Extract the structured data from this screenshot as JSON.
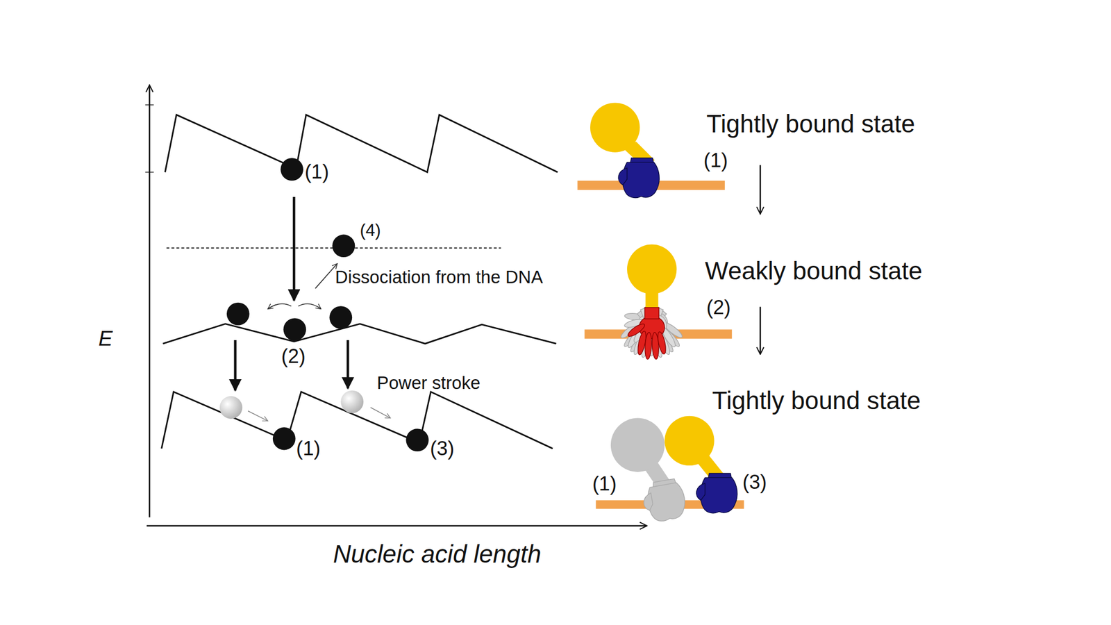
{
  "diagram": {
    "labels": [
      "Tightly bound state",
      "(1)",
      "(1)",
      "(4)",
      "Dissociation from the DNA",
      "Weakly bound state",
      "(2)",
      "(2)",
      "Power stroke",
      "Tightly bound state",
      "(1)",
      "(3)",
      "(1)",
      "(3)",
      "E",
      "Nucleic acid length"
    ]
  }
}
